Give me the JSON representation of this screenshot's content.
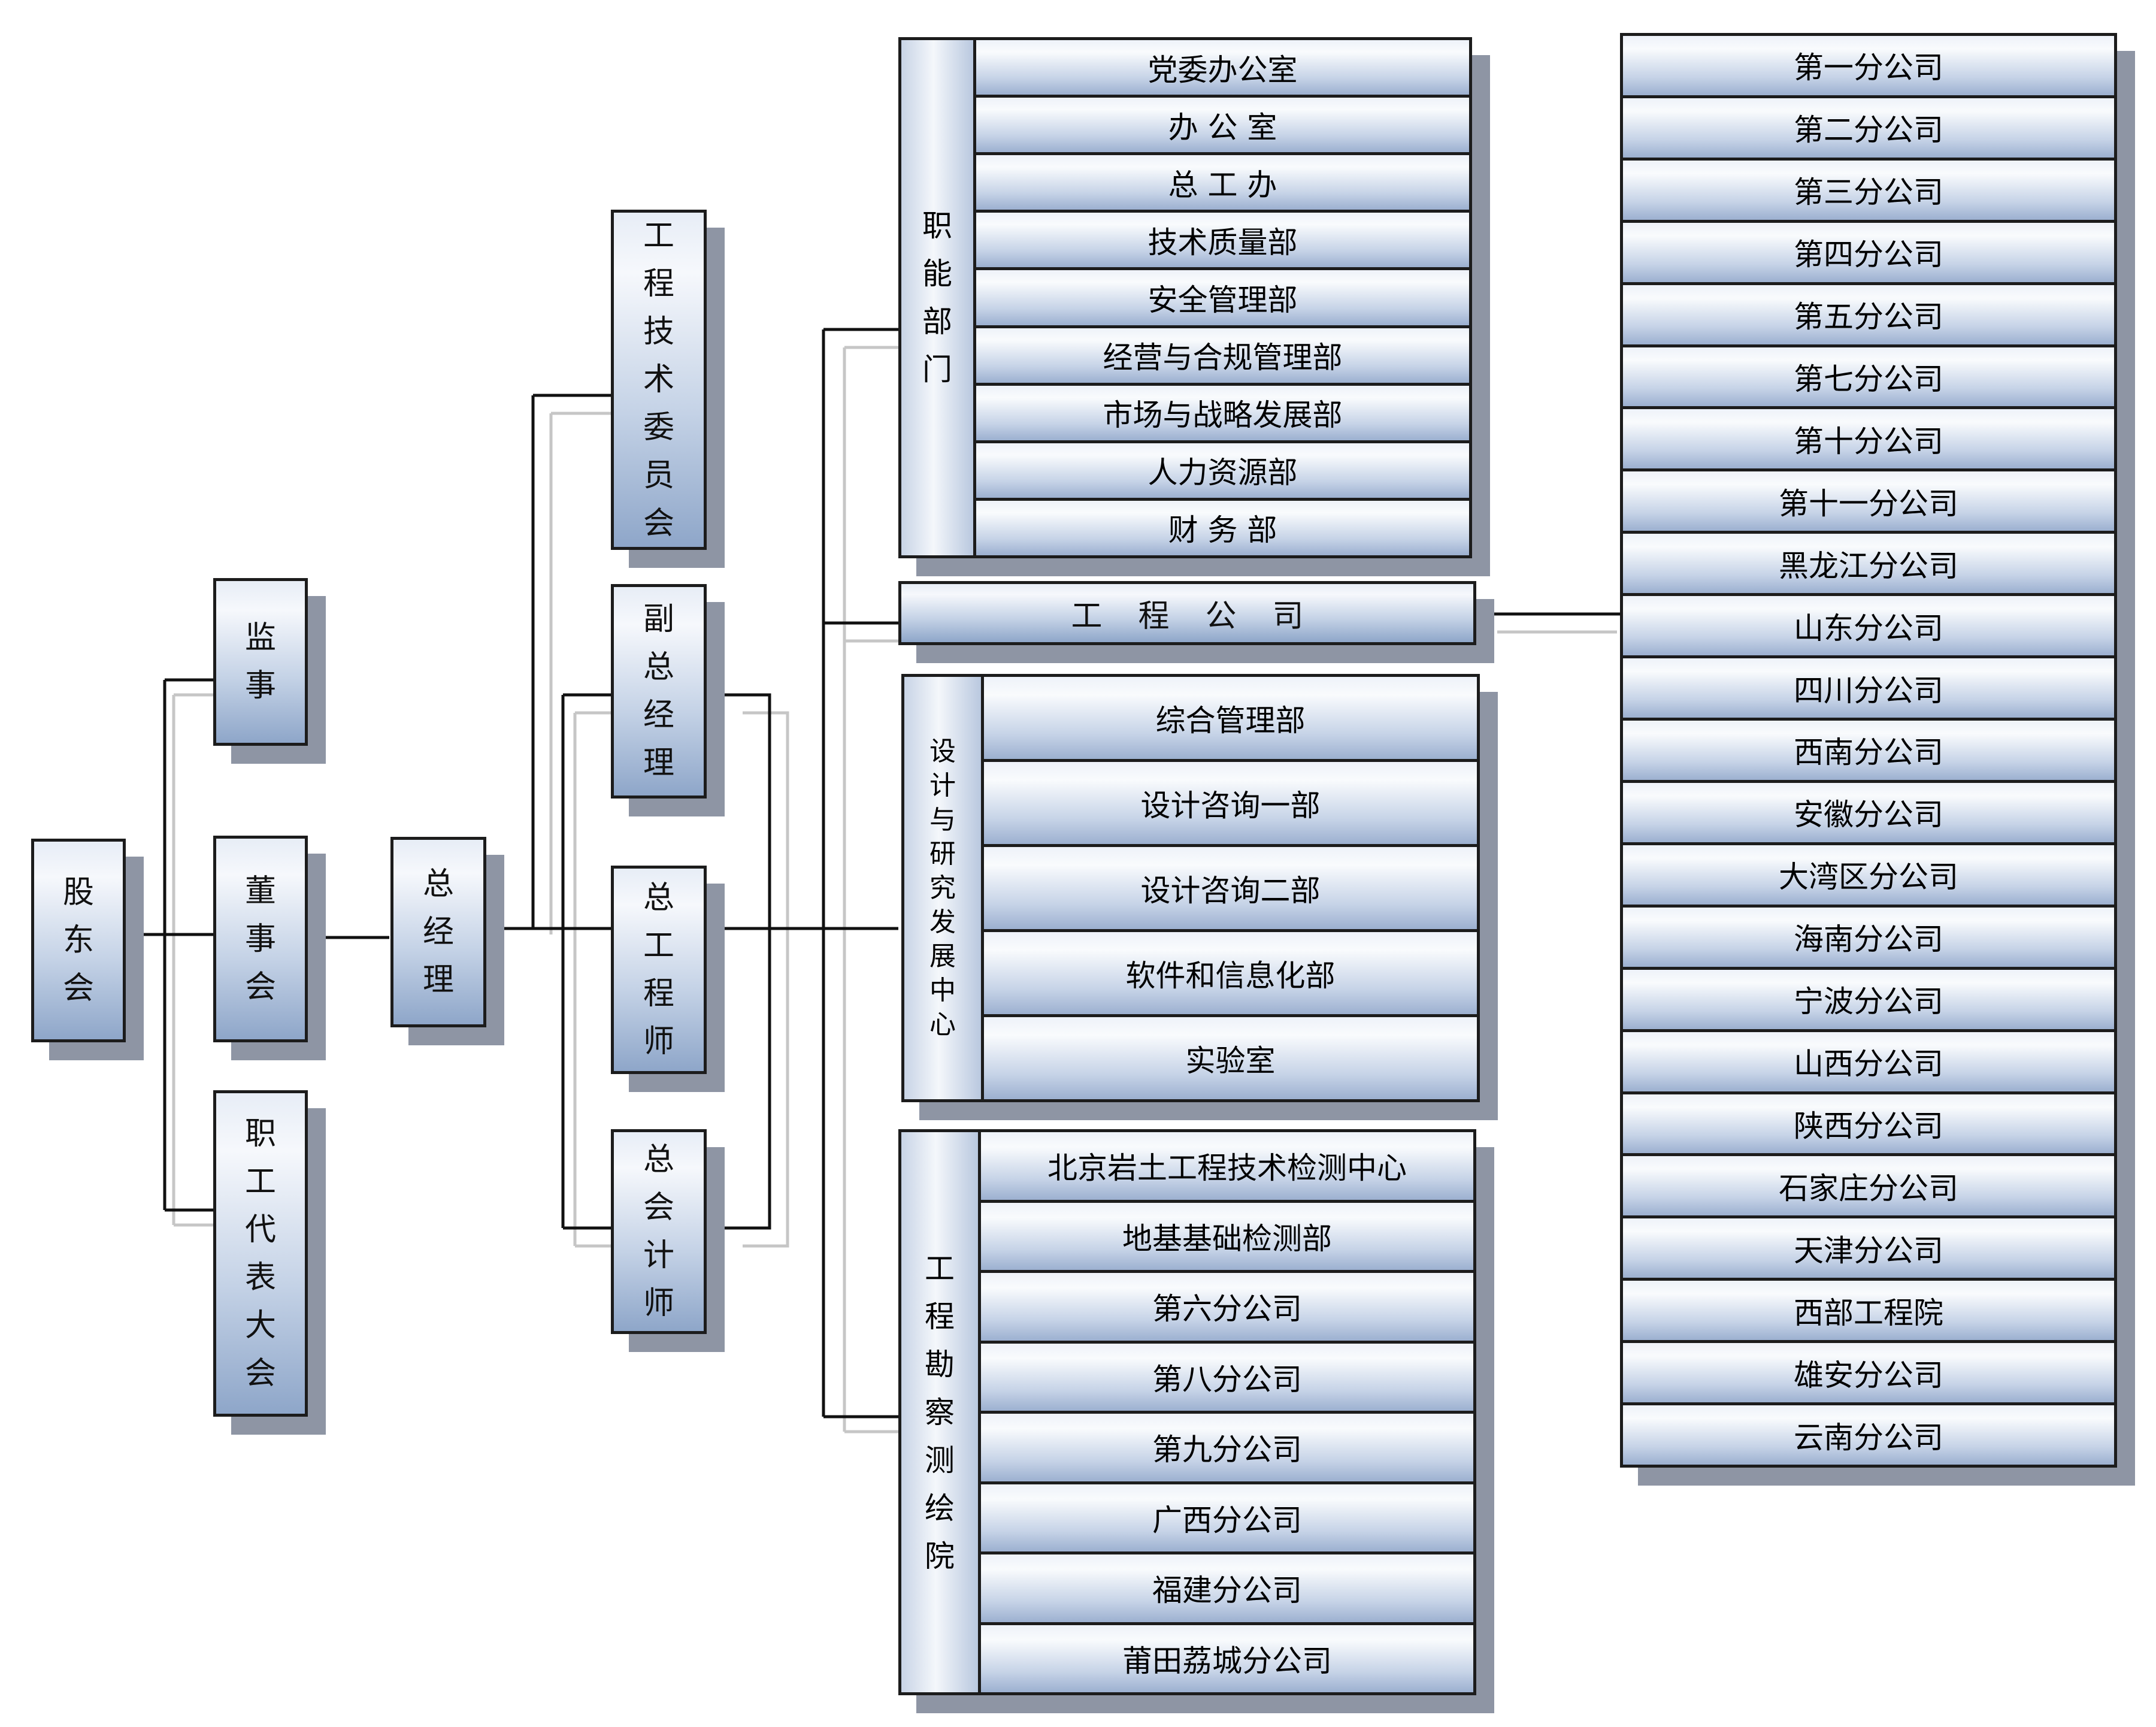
{
  "left": {
    "shareholders": "股东会",
    "supervisor": "监事",
    "board": "董事会",
    "workers_congress": "职工代表大会",
    "general_manager": "总经理"
  },
  "management": {
    "tech_committee": "工程技术委员会",
    "deputy_gm": "副总经理",
    "chief_engineer": "总工程师",
    "chief_accountant": "总会计师"
  },
  "functional": {
    "label": "职能部门",
    "items": [
      "党委办公室",
      "办 公 室",
      "总 工 办",
      "技术质量部",
      "安全管理部",
      "经营与合规管理部",
      "市场与战略发展部",
      "人力资源部",
      "财 务 部"
    ]
  },
  "engineering_company": {
    "label": "工程公司",
    "branches": [
      "第一分公司",
      "第二分公司",
      "第三分公司",
      "第四分公司",
      "第五分公司",
      "第七分公司",
      "第十分公司",
      "第十一分公司",
      "黑龙江分公司",
      "山东分公司",
      "四川分公司",
      "西南分公司",
      "安徽分公司",
      "大湾区分公司",
      "海南分公司",
      "宁波分公司",
      "山西分公司",
      "陕西分公司",
      "石家庄分公司",
      "天津分公司",
      "西部工程院",
      "雄安分公司",
      "云南分公司"
    ]
  },
  "design_center": {
    "label": "设计与研究发展中心",
    "items": [
      "综合管理部",
      "设计咨询一部",
      "设计咨询二部",
      "软件和信息化部",
      "实验室"
    ]
  },
  "survey_institute": {
    "label": "工程勘察测绘院",
    "items": [
      "北京岩土工程技术检测中心",
      "地基基础检测部",
      "第六分公司",
      "第八分公司",
      "第九分公司",
      "广西分公司",
      "福建分公司",
      "莆田荔城分公司"
    ]
  }
}
